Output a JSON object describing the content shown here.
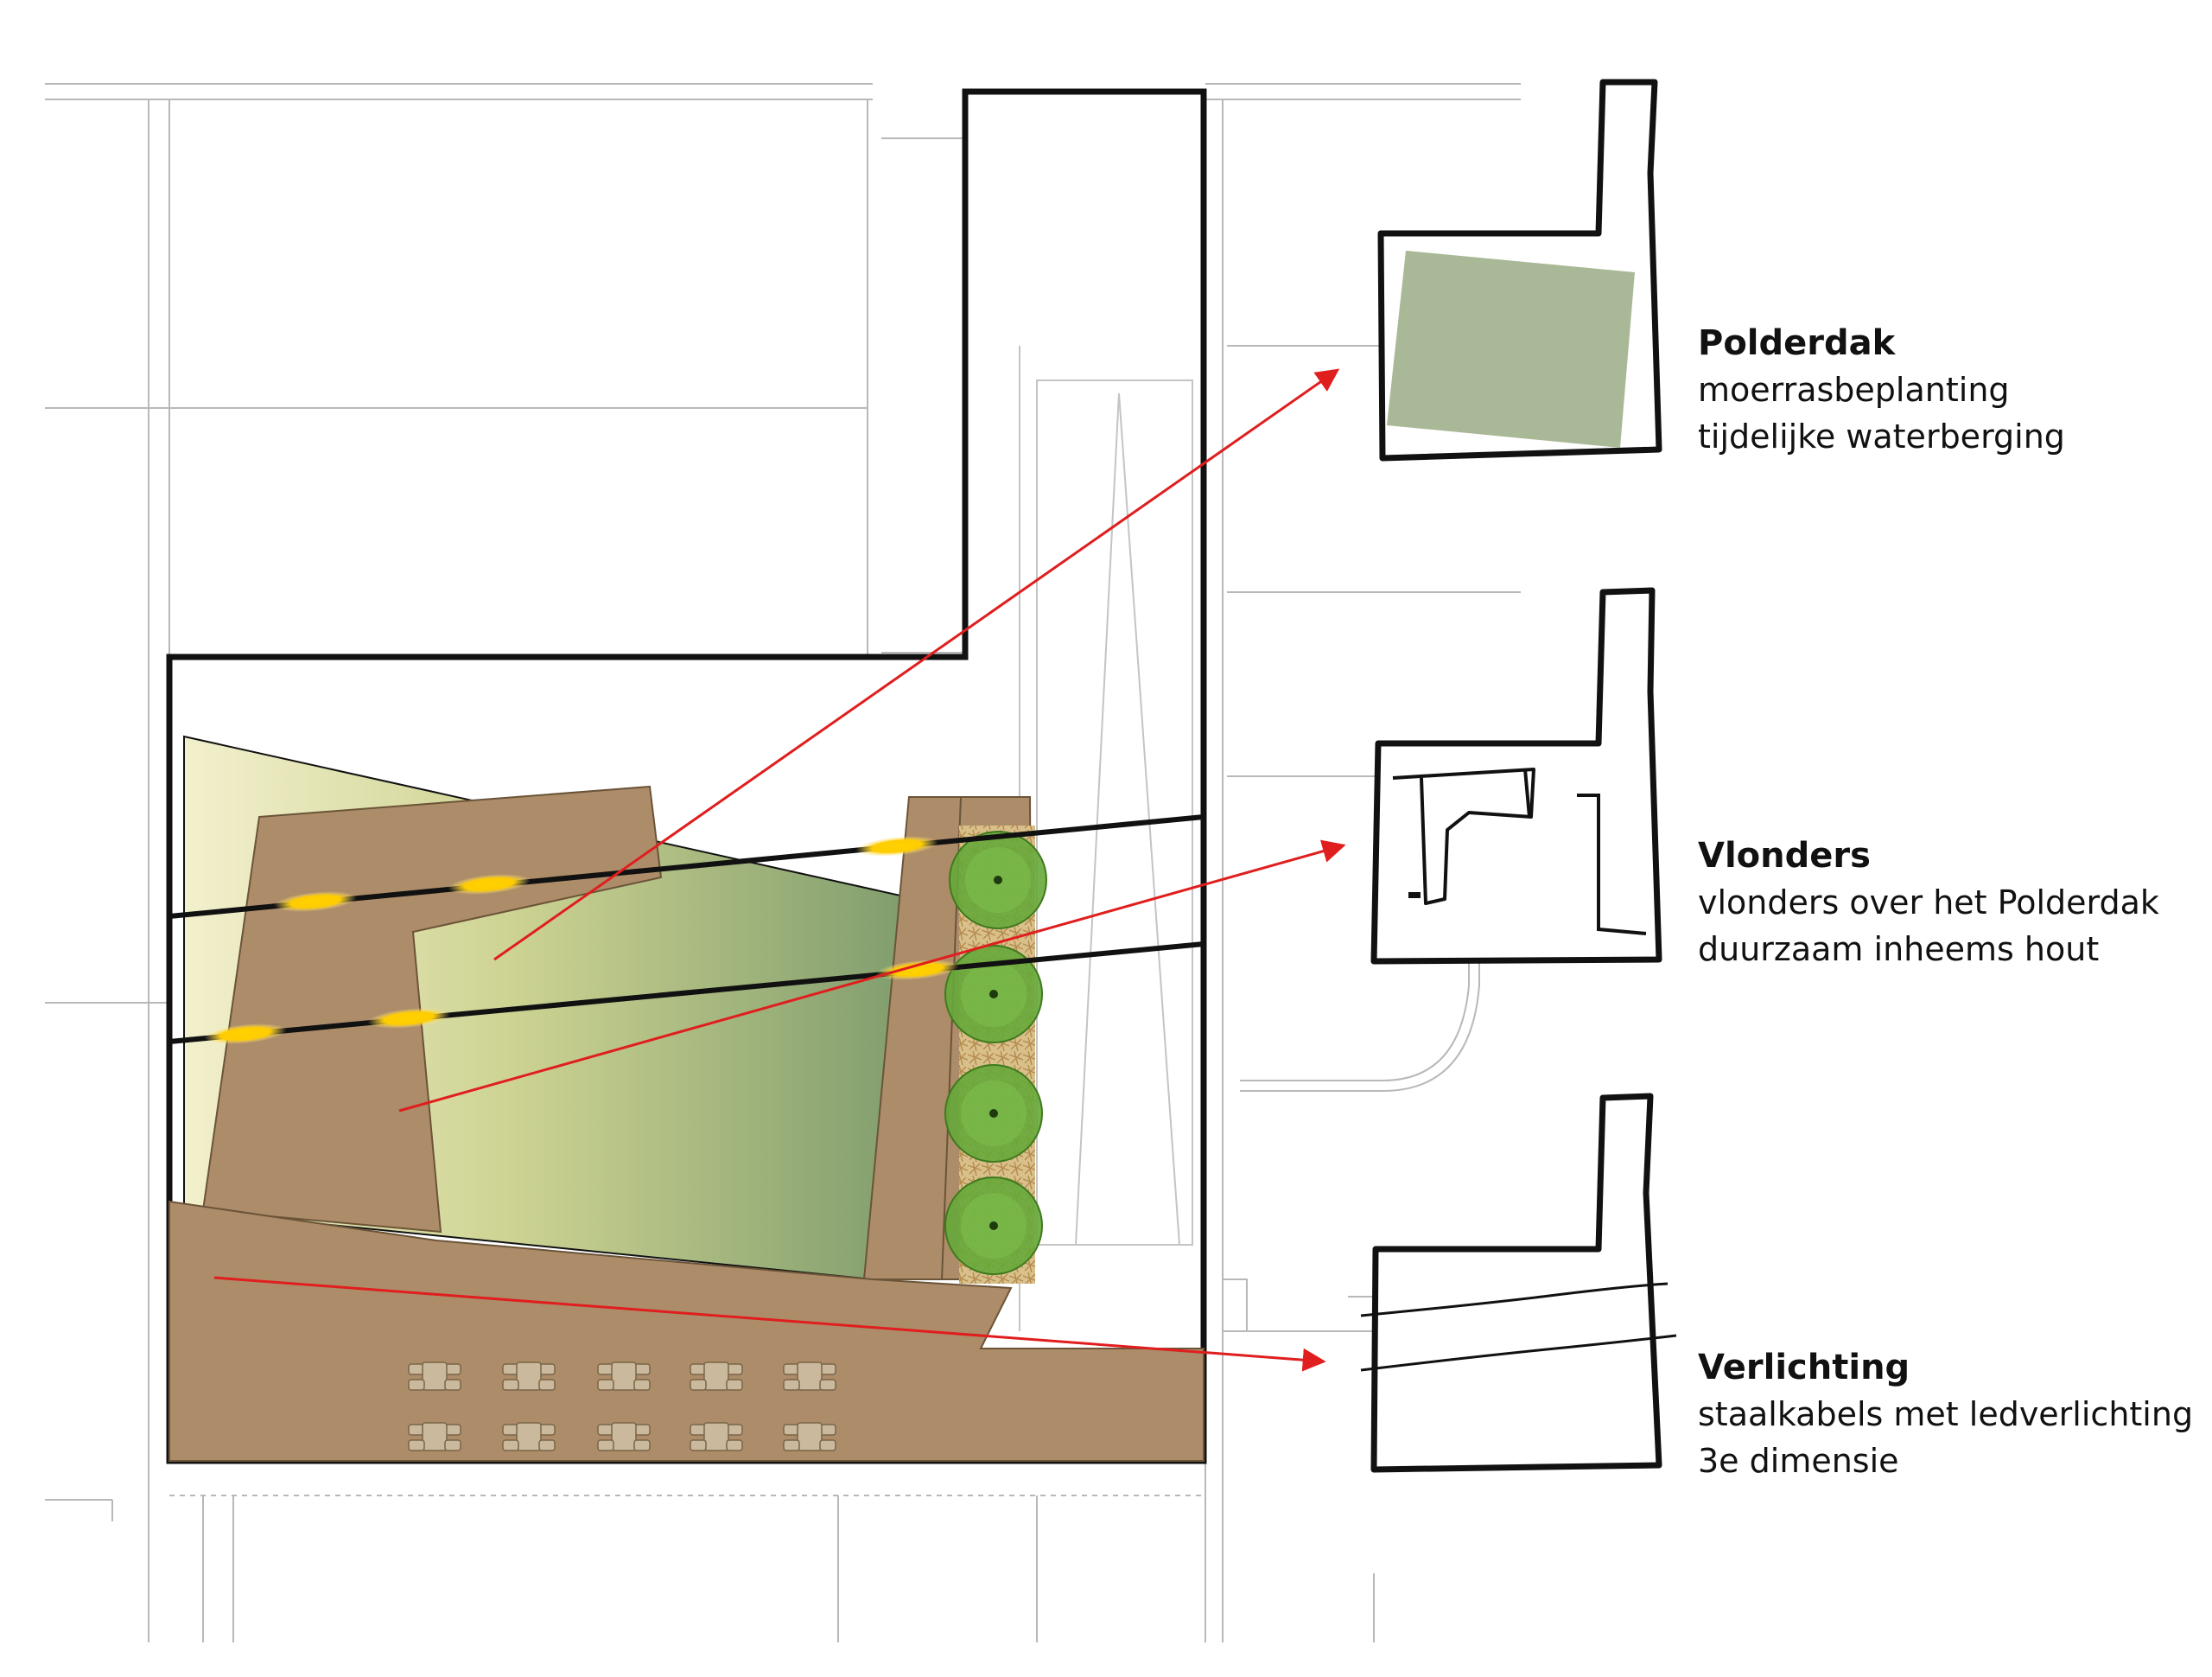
{
  "colors": {
    "floor_wood": "#ad8c69",
    "polder_light": "#f0edc6",
    "polder_dark": "#85a16e",
    "polder_icon": "#a9b897",
    "tree_green": "#66a83a",
    "light_yellow": "#ffcc00",
    "arrow_red": "#e01e1e",
    "outline": "#111111",
    "plan_lines": "#b8b8b8"
  },
  "icons": [
    "polderdak-icon",
    "vlonders-icon",
    "verlichting-icon",
    "tree-icon",
    "led-light-icon",
    "picnic-table-icon"
  ],
  "annotations": [
    {
      "title": "Polderdak",
      "lines": [
        "moerrasbeplanting",
        "tijdelijke waterberging"
      ]
    },
    {
      "title": "Vlonders",
      "lines": [
        "vlonders over het Polderdak",
        "duurzaam inheems hout"
      ]
    },
    {
      "title": "Verlichting",
      "lines": [
        "staalkabels met ledverlichting",
        "3e dimensie"
      ]
    }
  ],
  "plan": {
    "trees": 4,
    "led_lights": 6,
    "steel_cables": 2,
    "picnic_tables": 10
  }
}
